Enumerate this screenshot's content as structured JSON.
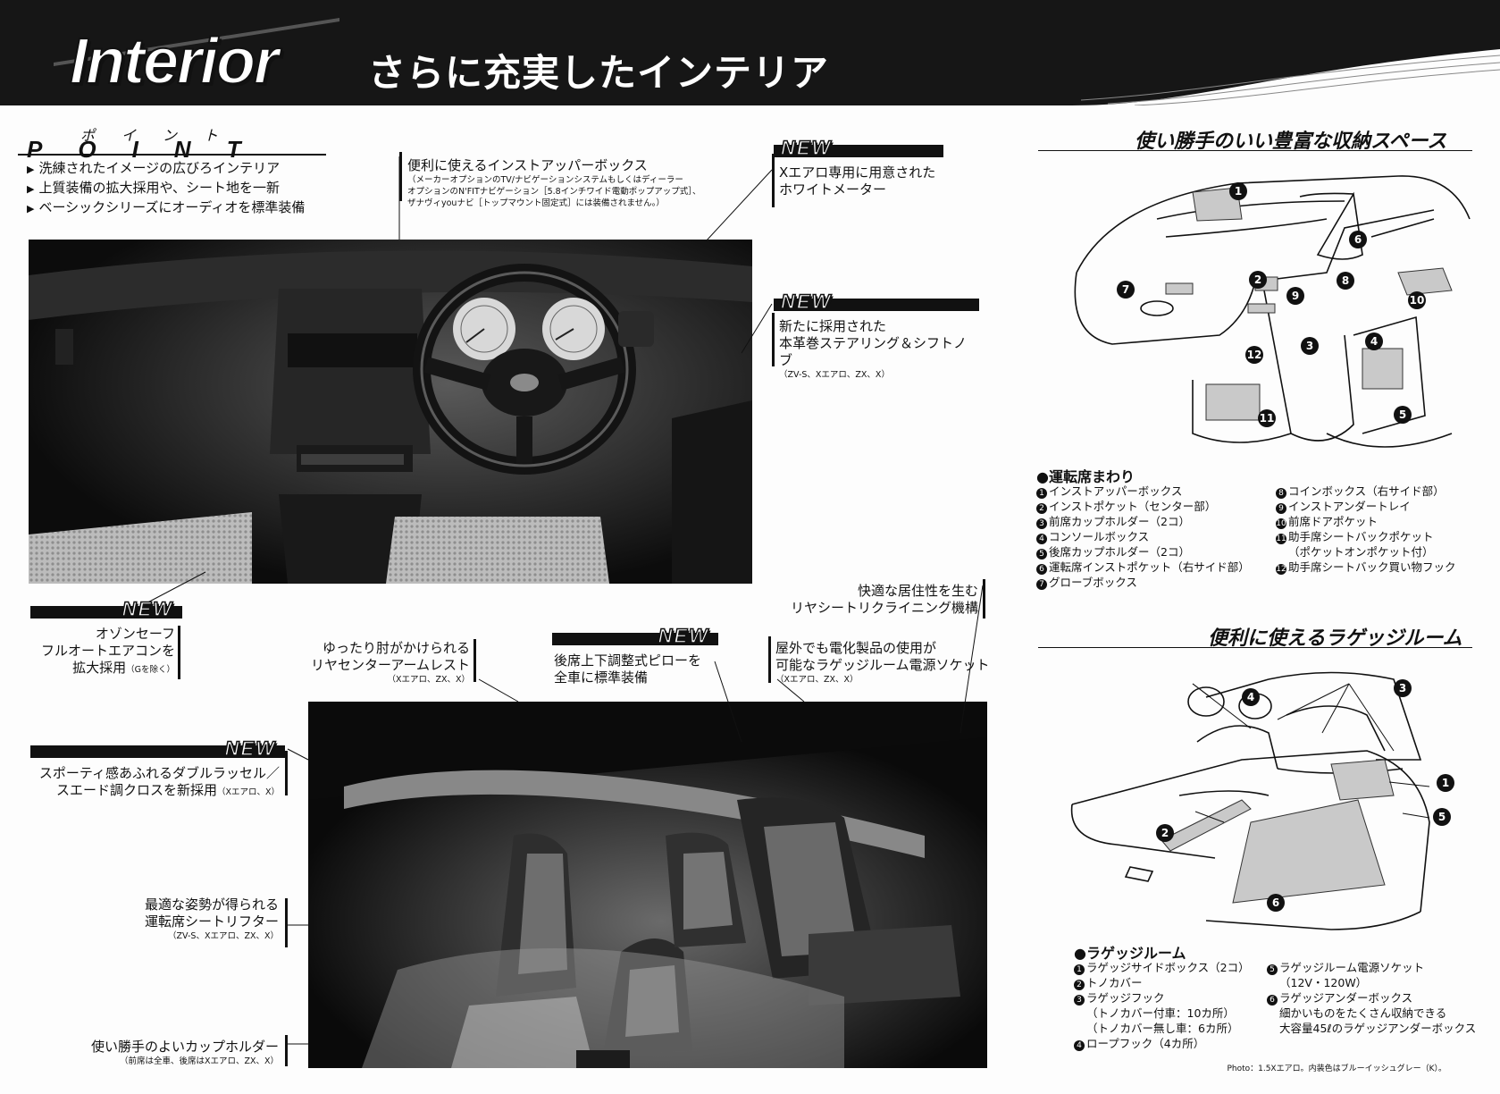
{
  "header": {
    "title": "Interior",
    "subtitle": "さらに充実したインテリア"
  },
  "point": {
    "ruby": "ポイント",
    "heading": "POINT",
    "items": [
      "洗練されたイメージの広びろインテリア",
      "上質装備の拡大採用や、シート地を一新",
      "ベーシックシリーズにオーディオを標準装備"
    ]
  },
  "new_label": "NEW",
  "callouts": {
    "upper_box": {
      "title": "便利に使えるインストアッパーボックス",
      "note": [
        "（メーカーオプションのTV/ナビゲーションシステムもしくはディーラー",
        "オプションのN'FITナビゲーション［5.8インチワイド電動ポップアップ式］、",
        "ザナヴィyouナビ［トップマウント固定式］には装備されません。）"
      ]
    },
    "white_meter": {
      "lines": [
        "Xエアロ専用に用意された",
        "ホワイトメーター"
      ]
    },
    "steering": {
      "lines": [
        "新たに採用された",
        "本革巻ステアリング＆シフトノブ"
      ],
      "note": "（ZV-S、Xエアロ、ZX、X）"
    },
    "aircon": {
      "lines": [
        "オゾンセーフ",
        "フルオートエアコンを",
        "拡大採用"
      ],
      "note": "（Gを除く）"
    },
    "recline": {
      "lines": [
        "快適な居住性を生む",
        "リヤシートリクライニング機構"
      ]
    },
    "armrest": {
      "lines": [
        "ゆったり肘がかけられる",
        "リヤセンターアームレスト"
      ],
      "note": "（Xエアロ、ZX、X）"
    },
    "pillow": {
      "lines": [
        "後席上下調整式ピローを",
        "全車に標準装備"
      ]
    },
    "socket": {
      "lines": [
        "屋外でも電化製品の使用が",
        "可能なラゲッジルーム電源ソケット"
      ],
      "note": "（Xエアロ、ZX、X）"
    },
    "seat_fabric": {
      "lines": [
        "スポーティ感あふれるダブルラッセル／",
        "スエード調クロスを新採用"
      ],
      "note": "（Xエアロ、X）"
    },
    "lifter": {
      "lines": [
        "最適な姿勢が得られる",
        "運転席シートリフター"
      ],
      "note": "（ZV-S、Xエアロ、ZX、X）"
    },
    "cupholder": {
      "lines": [
        "使い勝手のよいカップホルダー"
      ],
      "note": "（前席は全車、後席はXエアロ、ZX、X）"
    }
  },
  "storage": {
    "title": "使い勝手のいい豊富な収納スペース",
    "list_title": "●運転席まわり",
    "col1": [
      {
        "n": "1",
        "t": "インストアッパーボックス"
      },
      {
        "n": "2",
        "t": "インストポケット（センター部）"
      },
      {
        "n": "3",
        "t": "前席カップホルダー（2コ）"
      },
      {
        "n": "4",
        "t": "コンソールボックス"
      },
      {
        "n": "5",
        "t": "後席カップホルダー（2コ）"
      },
      {
        "n": "6",
        "t": "運転席インストポケット（右サイド部）"
      },
      {
        "n": "7",
        "t": "グローブボックス"
      }
    ],
    "col2": [
      {
        "n": "8",
        "t": "コインボックス（右サイド部）"
      },
      {
        "n": "9",
        "t": "インストアンダートレイ"
      },
      {
        "n": "10",
        "t": "前席ドアポケット"
      },
      {
        "n": "11",
        "t": "助手席シートバックポケット"
      },
      {
        "n": "",
        "t": "（ポケットオンポケット付）"
      },
      {
        "n": "12",
        "t": "助手席シートバック買い物フック"
      }
    ]
  },
  "luggage": {
    "title": "便利に使えるラゲッジルーム",
    "list_title": "●ラゲッジルーム",
    "col1": [
      {
        "n": "1",
        "t": "ラゲッジサイドボックス（2コ）"
      },
      {
        "n": "2",
        "t": "トノカバー"
      },
      {
        "n": "3",
        "t": "ラゲッジフック"
      },
      {
        "n": "",
        "t": "（トノカバー付車：10カ所）"
      },
      {
        "n": "",
        "t": "（トノカバー無し車：6カ所）"
      },
      {
        "n": "4",
        "t": "ロープフック（4カ所）"
      }
    ],
    "col2": [
      {
        "n": "5",
        "t": "ラゲッジルーム電源ソケット"
      },
      {
        "n": "",
        "t": "（12V・120W）"
      },
      {
        "n": "6",
        "t": "ラゲッジアンダーボックス"
      },
      {
        "n": "",
        "t": "細かいものをたくさん収納できる"
      },
      {
        "n": "",
        "t": "大容量45ℓのラゲッジアンダーボックス"
      }
    ]
  },
  "photo_credit": "Photo：1.5Xエアロ。内装色はブルーイッシュグレー（K）。"
}
